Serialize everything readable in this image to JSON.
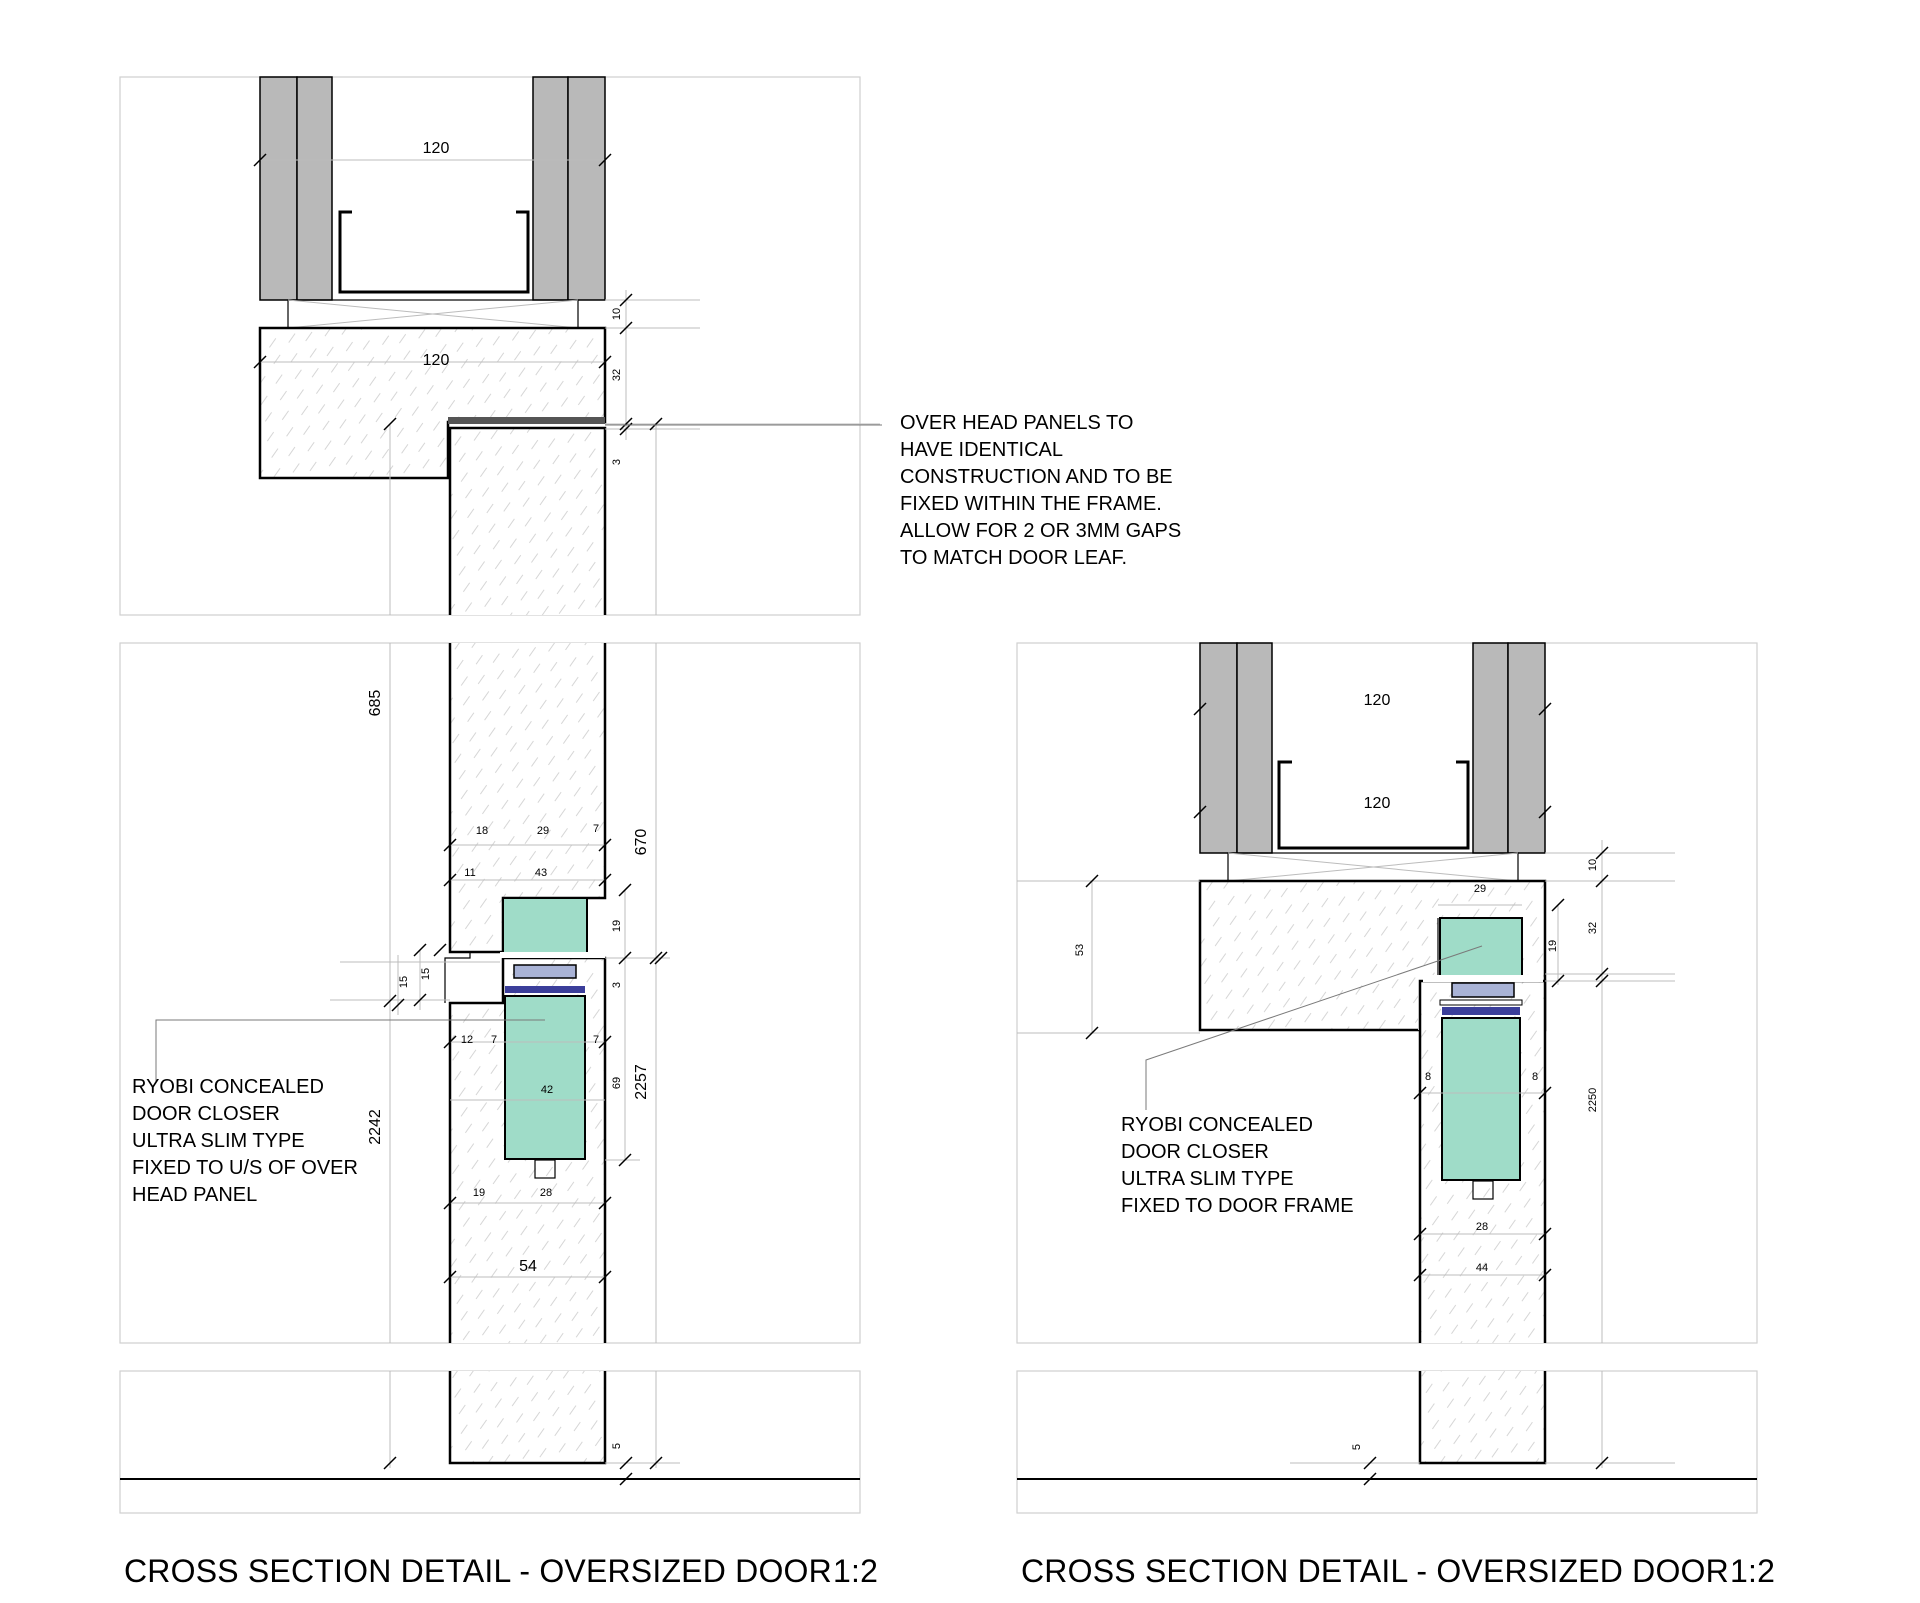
{
  "notes": {
    "overhead": "OVER HEAD PANELS TO\nHAVE IDENTICAL\nCONSTRUCTION AND TO BE\nFIXED WITHIN THE FRAME.\nALLOW FOR 2 OR 3MM GAPS\nTO MATCH DOOR LEAF.",
    "closer_left": "RYOBI CONCEALED\nDOOR CLOSER\nULTRA SLIM TYPE\nFIXED TO U/S OF OVER\nHEAD PANEL",
    "closer_right": "RYOBI CONCEALED\nDOOR CLOSER\nULTRA SLIM TYPE\nFIXED TO DOOR FRAME"
  },
  "titles": {
    "left": "CROSS SECTION DETAIL - OVERSIZED DOOR",
    "left_scale": "1:2",
    "right": "CROSS SECTION DETAIL - OVERSIZED DOOR",
    "right_scale": "1:2"
  },
  "dimensions": {
    "top_wall_width": "120",
    "top_panel_width": "120",
    "top_gap": "10",
    "top_panel_depth": "32",
    "top_leaf_gap": "3",
    "left_685": "685",
    "left_670": "670",
    "left_18": "18",
    "left_29": "29",
    "left_7a": "7",
    "left_11": "11",
    "left_43": "43",
    "left_19": "19",
    "left_15a": "15",
    "left_15b": "15",
    "left_3": "3",
    "left_12": "12",
    "left_7b": "7",
    "left_7c": "7",
    "left_42": "42",
    "left_69": "69",
    "left_2257": "2257",
    "left_2242": "2242",
    "left_19b": "19",
    "left_28": "28",
    "left_54": "54",
    "left_5": "5",
    "right_120a": "120",
    "right_120b": "120",
    "right_10": "10",
    "right_29": "29",
    "right_53": "53",
    "right_19": "19",
    "right_32": "32",
    "right_8a": "8",
    "right_8b": "8",
    "right_2250": "2250",
    "right_28": "28",
    "right_44": "44",
    "right_5": "5"
  }
}
